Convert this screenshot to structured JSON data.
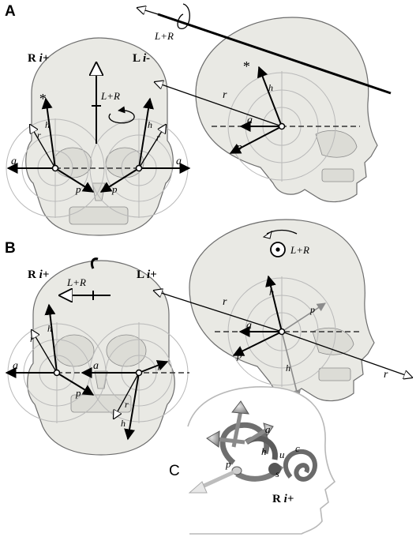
{
  "panels": {
    "a": "A",
    "b": "B",
    "c": "C"
  },
  "sides": {
    "a_right": "R i+",
    "a_left": "L i-",
    "b_right": "R i+",
    "b_left": "L i+",
    "c": "R i+"
  },
  "rotation_label": "L+R",
  "star": "*",
  "axis_labels": {
    "a": "a",
    "h": "h",
    "p": "p",
    "r": "r"
  },
  "labyrinth_labels": {
    "u": "u",
    "c": "c",
    "s": "s"
  }
}
